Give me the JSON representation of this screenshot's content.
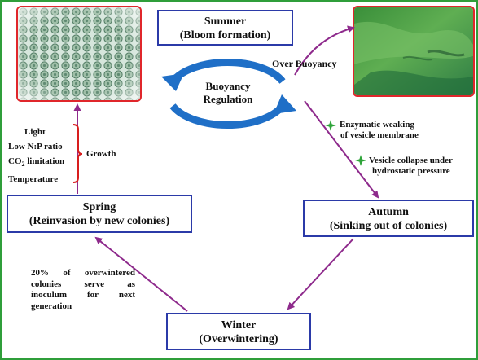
{
  "stages": {
    "summer": {
      "title": "Summer",
      "subtitle": "(Bloom formation)"
    },
    "spring": {
      "title": "Spring",
      "subtitle": "(Reinvasion by new colonies)"
    },
    "autumn": {
      "title": "Autumn",
      "subtitle": "(Sinking out of colonies)"
    },
    "winter": {
      "title": "Winter",
      "subtitle": "(Overwintering)"
    }
  },
  "center": {
    "line1": "Buoyancy",
    "line2": "Regulation"
  },
  "over_buoyancy": "Over Buoyancy",
  "autumn_factors": {
    "f1_line1": "Enzymatic weaking",
    "f1_line2": "of vesicle membrane",
    "f2_line1": "Vesicle collapse under",
    "f2_line2": "hydrostatic pressure"
  },
  "spring_factors": {
    "light": "Light",
    "np": "Low N:P ratio",
    "co2_prefix": "CO",
    "co2_sub": "2",
    "co2_suffix": " limitation",
    "temp": "Temperature",
    "growth": "Growth"
  },
  "inoculum": {
    "l1": "20% of overwintered",
    "l2": "colonies serve as",
    "l3": "inoculum for next",
    "l4": "generation"
  },
  "colors": {
    "frame": "#2f9e3a",
    "box_border": "#2b3aa8",
    "arrow": "#8e2a8c",
    "cycle": "#1f6fc7",
    "photo_border": "#e0262b",
    "bracket": "#d81e1e",
    "star": "#2fa43a"
  },
  "icons": [
    "cell-colony-image",
    "bloom-water-image",
    "cycle-arrows-icon",
    "star-icon"
  ]
}
